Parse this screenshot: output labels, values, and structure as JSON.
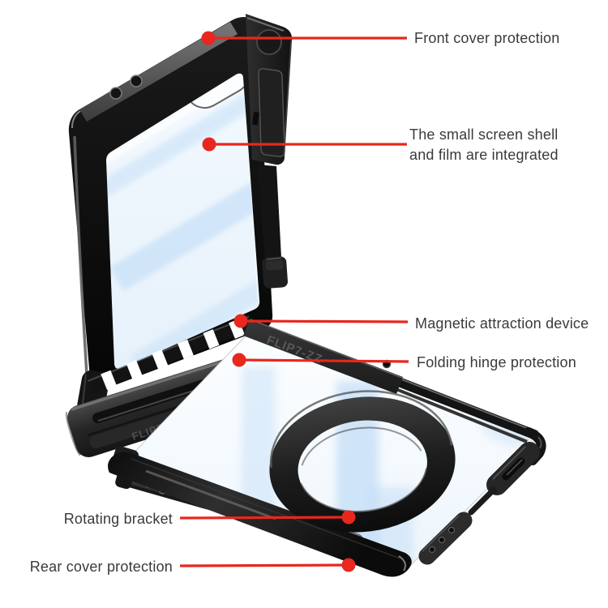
{
  "colors": {
    "accent_red": "#e8271e",
    "label_text": "#3a3a3a",
    "case_black": "#161616",
    "glass_tint": "#d3e7f9",
    "background": "#ffffff"
  },
  "callouts": {
    "front_cover": {
      "label": "Front cover protection"
    },
    "small_screen": {
      "line1": "The small screen shell",
      "line2": "and film are integrated"
    },
    "magnetic": {
      "label": "Magnetic attraction device"
    },
    "hinge": {
      "label": "Folding hinge protection"
    },
    "bracket": {
      "label": "Rotating bracket"
    },
    "rear_cover": {
      "label": "Rear cover protection"
    }
  },
  "product": {
    "emboss_hinge": "FLIP7",
    "emboss_edge": "FLIP7-ZZ"
  }
}
